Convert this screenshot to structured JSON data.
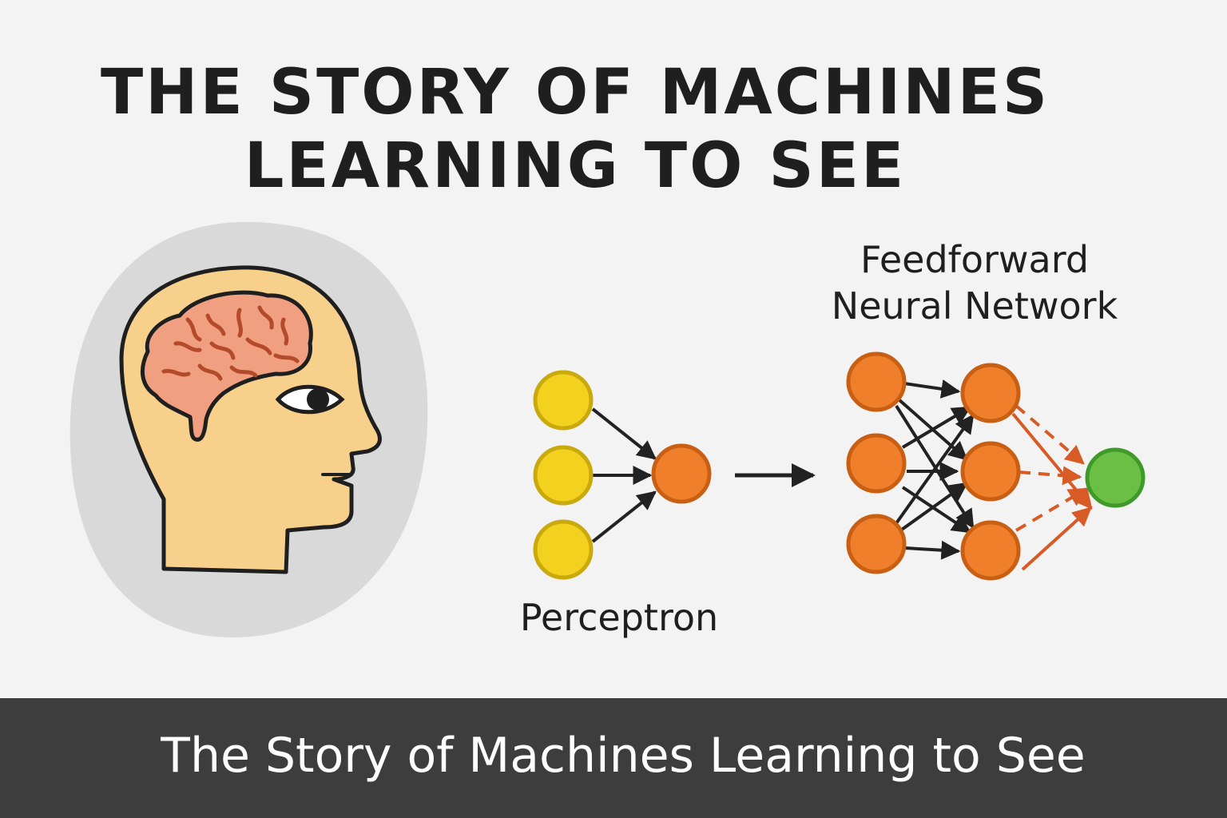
{
  "title": {
    "line1": "THE STORY OF MACHINES",
    "line2": "LEARNING TO SEE"
  },
  "diagram": {
    "perceptron_label": "Perceptron",
    "ffnn_label_line1": "Feedforward",
    "ffnn_label_line2": "Neural Network",
    "input_node_count": 3,
    "ffnn_layers": [
      3,
      3,
      1
    ]
  },
  "footer": {
    "caption": "The Story of Machines Learning to See"
  },
  "colors": {
    "background": "#f3f3f3",
    "blob": "#d9d9d9",
    "skin": "#f7d08c",
    "brain": "#f0a080",
    "brain_folds": "#b34a2a",
    "input_node": "#f2d21e",
    "input_node_stroke": "#c9a90c",
    "hidden_node": "#ef7f2a",
    "hidden_node_stroke": "#c85f12",
    "output_node": "#6cbf45",
    "output_node_stroke": "#3f9a2a",
    "orange_arrow": "#d85a25",
    "footer_bar": "#3d3d3d"
  },
  "icons": {
    "head": "human-head-profile-icon",
    "brain": "brain-icon",
    "eye": "eye-icon"
  }
}
